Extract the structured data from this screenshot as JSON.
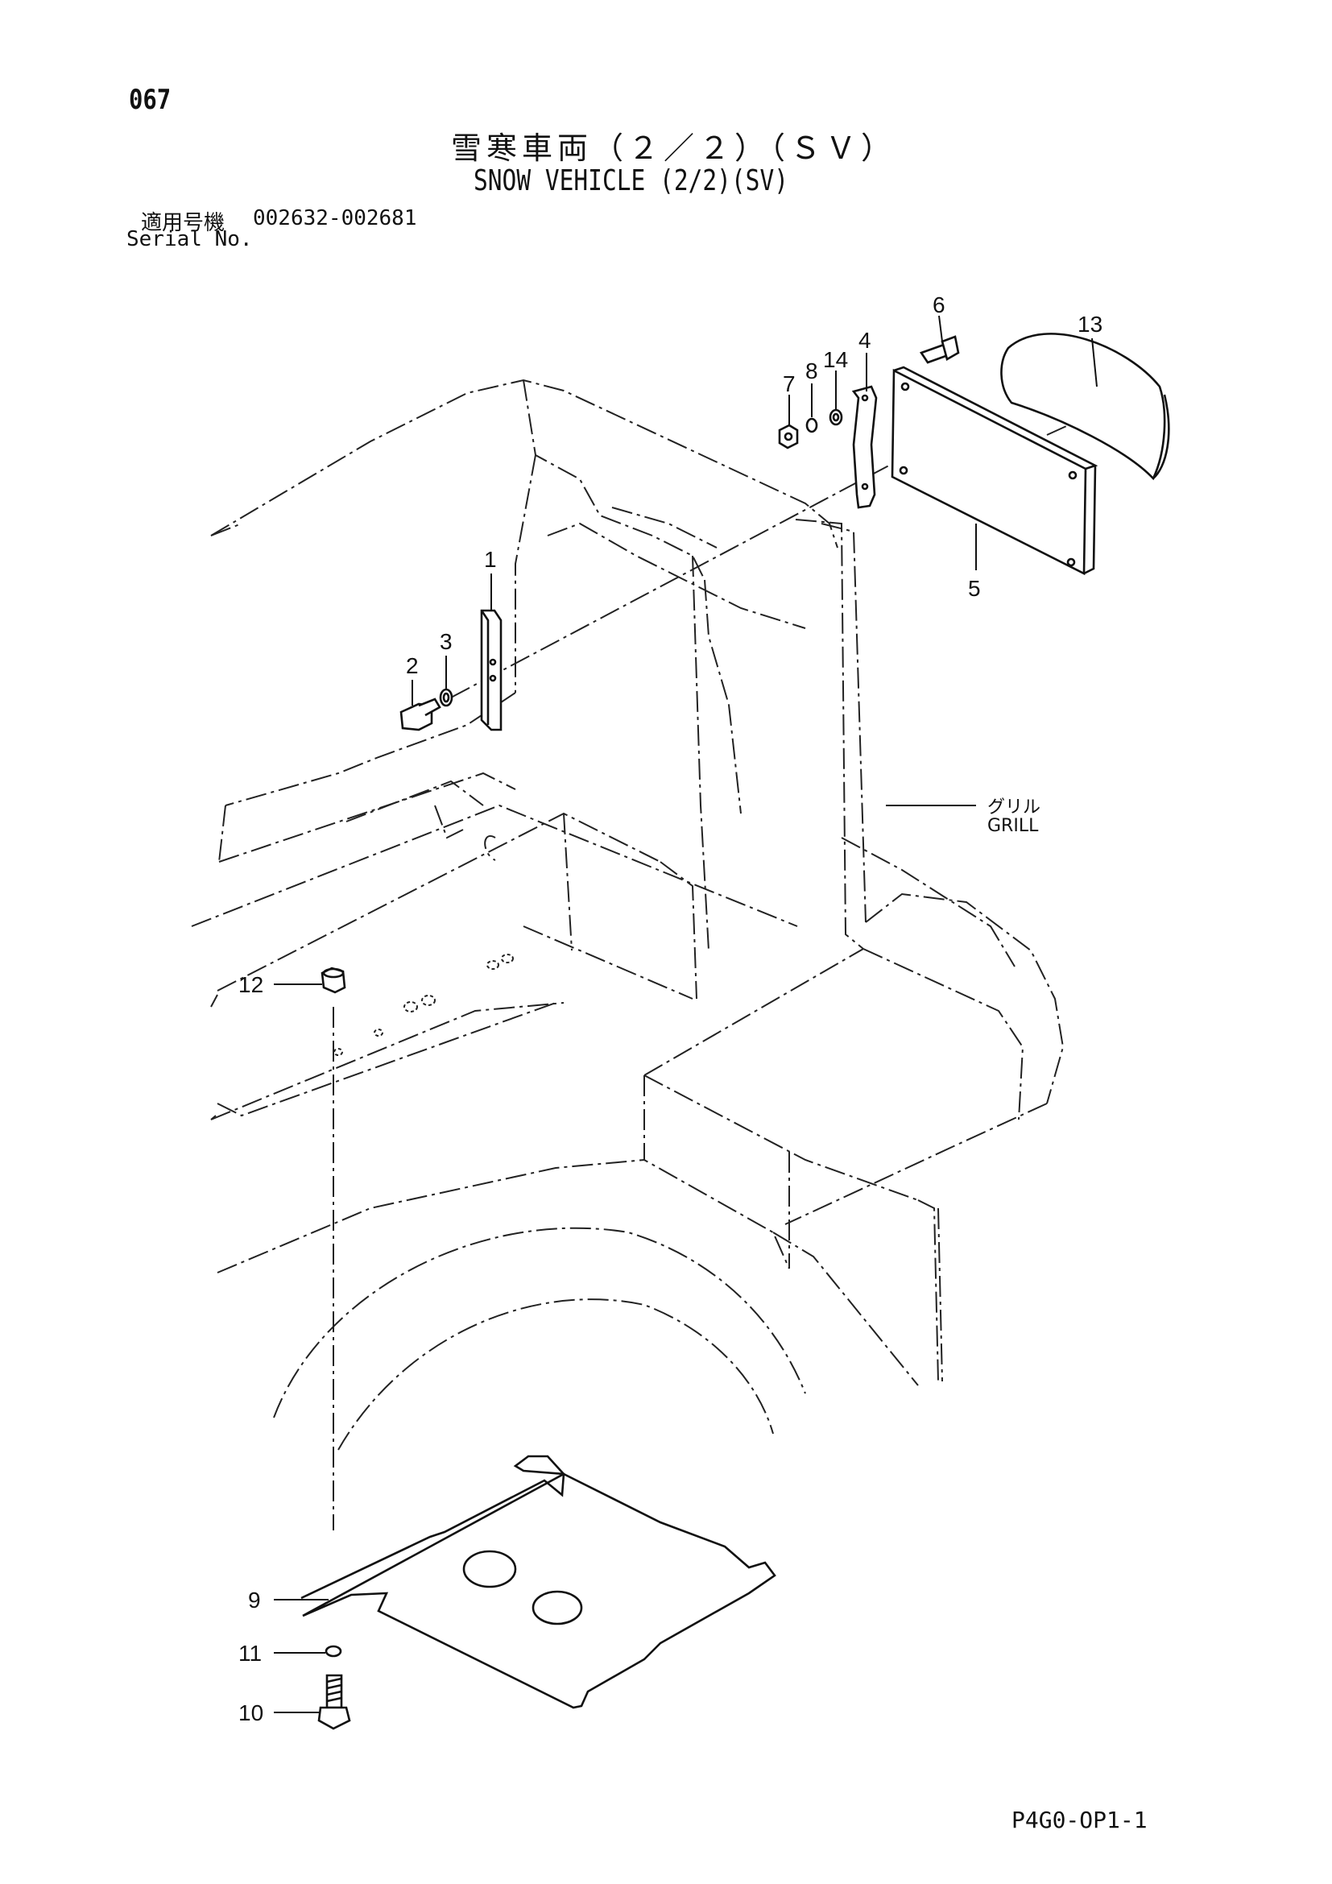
{
  "header": {
    "page_number": "067",
    "title_jp": "雪寒車両（２／２）（ＳＶ）",
    "title_en": "SNOW VEHICLE (2/2)(SV)",
    "serial_label_jp": "適用号機",
    "serial_range": "002632-002681",
    "serial_label_en": "Serial No."
  },
  "callouts": [
    "1",
    "2",
    "3",
    "4",
    "5",
    "6",
    "7",
    "8",
    "9",
    "10",
    "11",
    "12",
    "13",
    "14"
  ],
  "reference_label": {
    "jp": "グリル",
    "en": "GRILL"
  },
  "footer": {
    "page_code": "P4G0-OP1-1"
  }
}
